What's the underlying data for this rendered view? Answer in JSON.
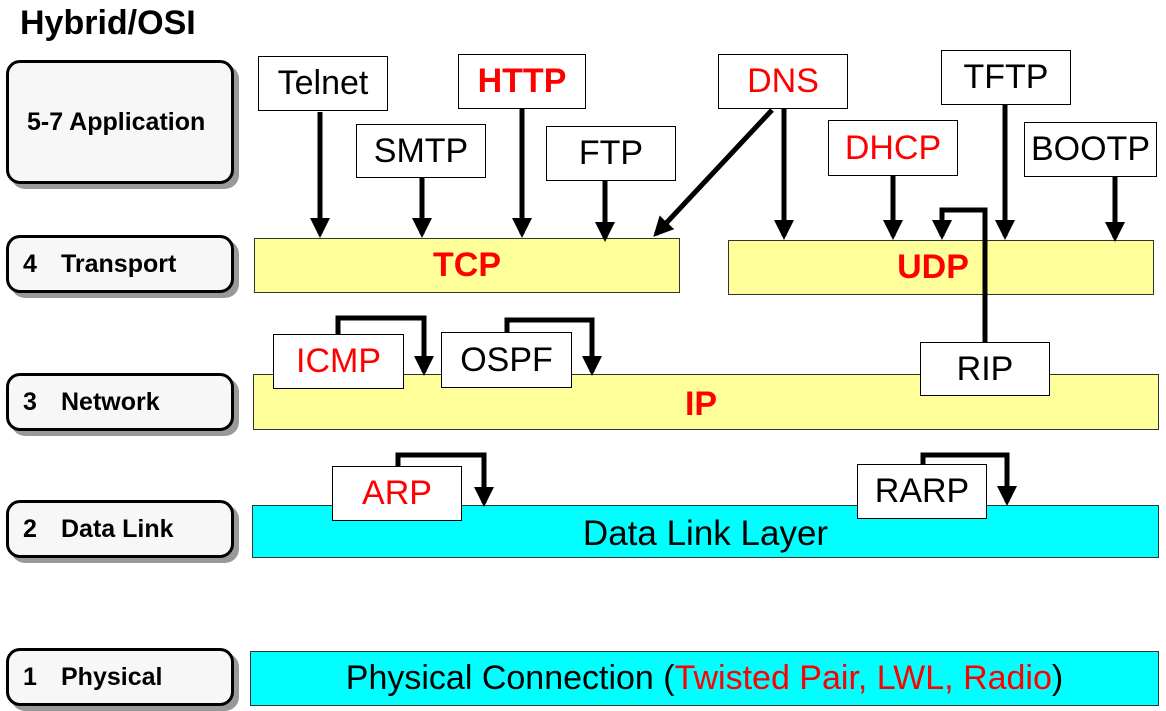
{
  "title": "Hybrid/OSI",
  "layers": {
    "application": {
      "num": "",
      "label": "5-7 Application"
    },
    "transport": {
      "num": "4",
      "label": "Transport"
    },
    "network": {
      "num": "3",
      "label": "Network"
    },
    "datalink": {
      "num": "2",
      "label": "Data Link"
    },
    "physical": {
      "num": "1",
      "label": "Physical"
    }
  },
  "bars": {
    "tcp": "TCP",
    "udp": "UDP",
    "ip": "IP",
    "datalink": "Data Link Layer",
    "physical_pre": "Physical Connection (",
    "physical_media": "Twisted Pair, LWL, Radio",
    "physical_post": ")"
  },
  "protocols": {
    "telnet": "Telnet",
    "smtp": "SMTP",
    "http": "HTTP",
    "ftp": "FTP",
    "dns": "DNS",
    "dhcp": "DHCP",
    "tftp": "TFTP",
    "bootp": "BOOTP",
    "icmp": "ICMP",
    "ospf": "OSPF",
    "rip": "RIP",
    "arp": "ARP",
    "rarp": "RARP"
  },
  "colors": {
    "highlight": "#ff0000",
    "protocol_bar": "#ffff99",
    "link_bar": "#00ffff"
  }
}
